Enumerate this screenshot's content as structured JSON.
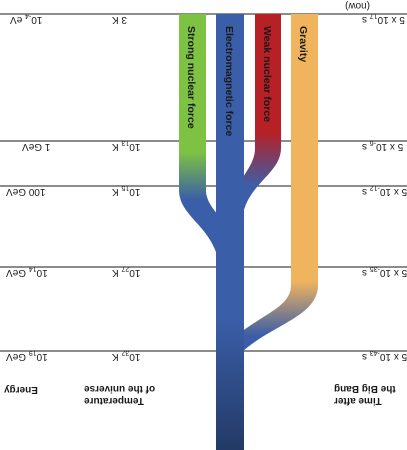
{
  "headers": {
    "energy": "Energy",
    "temperature": [
      "Temperature",
      "of the universe"
    ],
    "time": [
      "Time after",
      "the Big Bang"
    ]
  },
  "now_label": "(now)",
  "forces": [
    {
      "id": "strong",
      "label": "Strong nuclear force",
      "color": "#7dc242"
    },
    {
      "id": "electromagnetic",
      "label": "Electromagnetic force",
      "color": "#3b5ea8"
    },
    {
      "id": "weak",
      "label": "Weak nuclear force",
      "color": "#b72025"
    },
    {
      "id": "gravity",
      "label": "Gravity",
      "color": "#f0b45e"
    }
  ],
  "eras": [
    {
      "energy": {
        "base": "10",
        "exp": "-4",
        "unit": " eV"
      },
      "temperature": {
        "base": "3 K",
        "exp": "",
        "unit": ""
      },
      "time": {
        "base": "5 x 10",
        "exp": "17",
        "unit": " s"
      }
    },
    {
      "energy": {
        "base": "1 GeV",
        "exp": "",
        "unit": ""
      },
      "temperature": {
        "base": "10",
        "exp": "13",
        "unit": " K"
      },
      "time": {
        "base": "5 x 10",
        "exp": "-6",
        "unit": " s"
      }
    },
    {
      "energy": {
        "base": "100 GeV",
        "exp": "",
        "unit": ""
      },
      "temperature": {
        "base": "10",
        "exp": "15",
        "unit": " K"
      },
      "time": {
        "base": "5 x 10",
        "exp": "-12",
        "unit": " s"
      }
    },
    {
      "energy": {
        "base": "10",
        "exp": "14",
        "unit": " GeV"
      },
      "temperature": {
        "base": "10",
        "exp": "27",
        "unit": " K"
      },
      "time": {
        "base": "5 x 10",
        "exp": "-35",
        "unit": " s"
      }
    },
    {
      "energy": {
        "base": "10",
        "exp": "19",
        "unit": " GeV"
      },
      "temperature": {
        "base": "10",
        "exp": "32",
        "unit": " K"
      },
      "time": {
        "base": "5 x 10",
        "exp": "-43",
        "unit": " s"
      }
    }
  ]
}
